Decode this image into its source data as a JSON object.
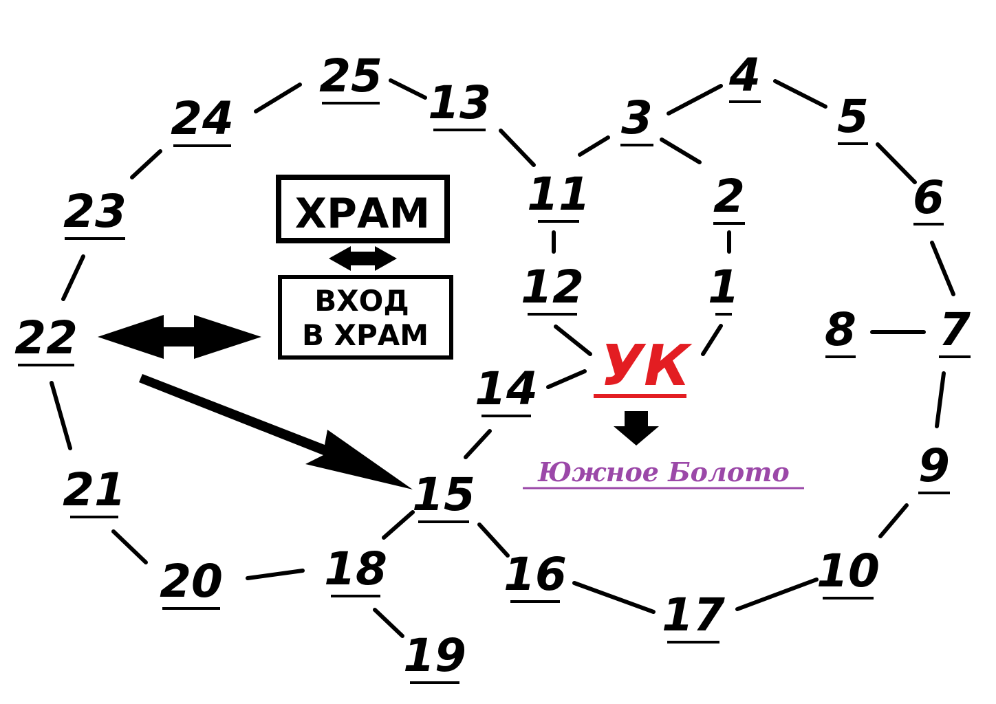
{
  "nodes": [
    "1",
    "2",
    "3",
    "4",
    "5",
    "6",
    "7",
    "8",
    "9",
    "10",
    "11",
    "12",
    "13",
    "14",
    "15",
    "16",
    "17",
    "18",
    "19",
    "20",
    "21",
    "22",
    "23",
    "24",
    "25"
  ],
  "temple": {
    "title": "ХРАМ",
    "entrance_line1": "ВХОД",
    "entrance_line2": "В ХРАМ"
  },
  "uk": {
    "label": "УК",
    "color": "#e31d22"
  },
  "swamp": {
    "label": "Южное Болото",
    "color": "#9b48a8"
  }
}
